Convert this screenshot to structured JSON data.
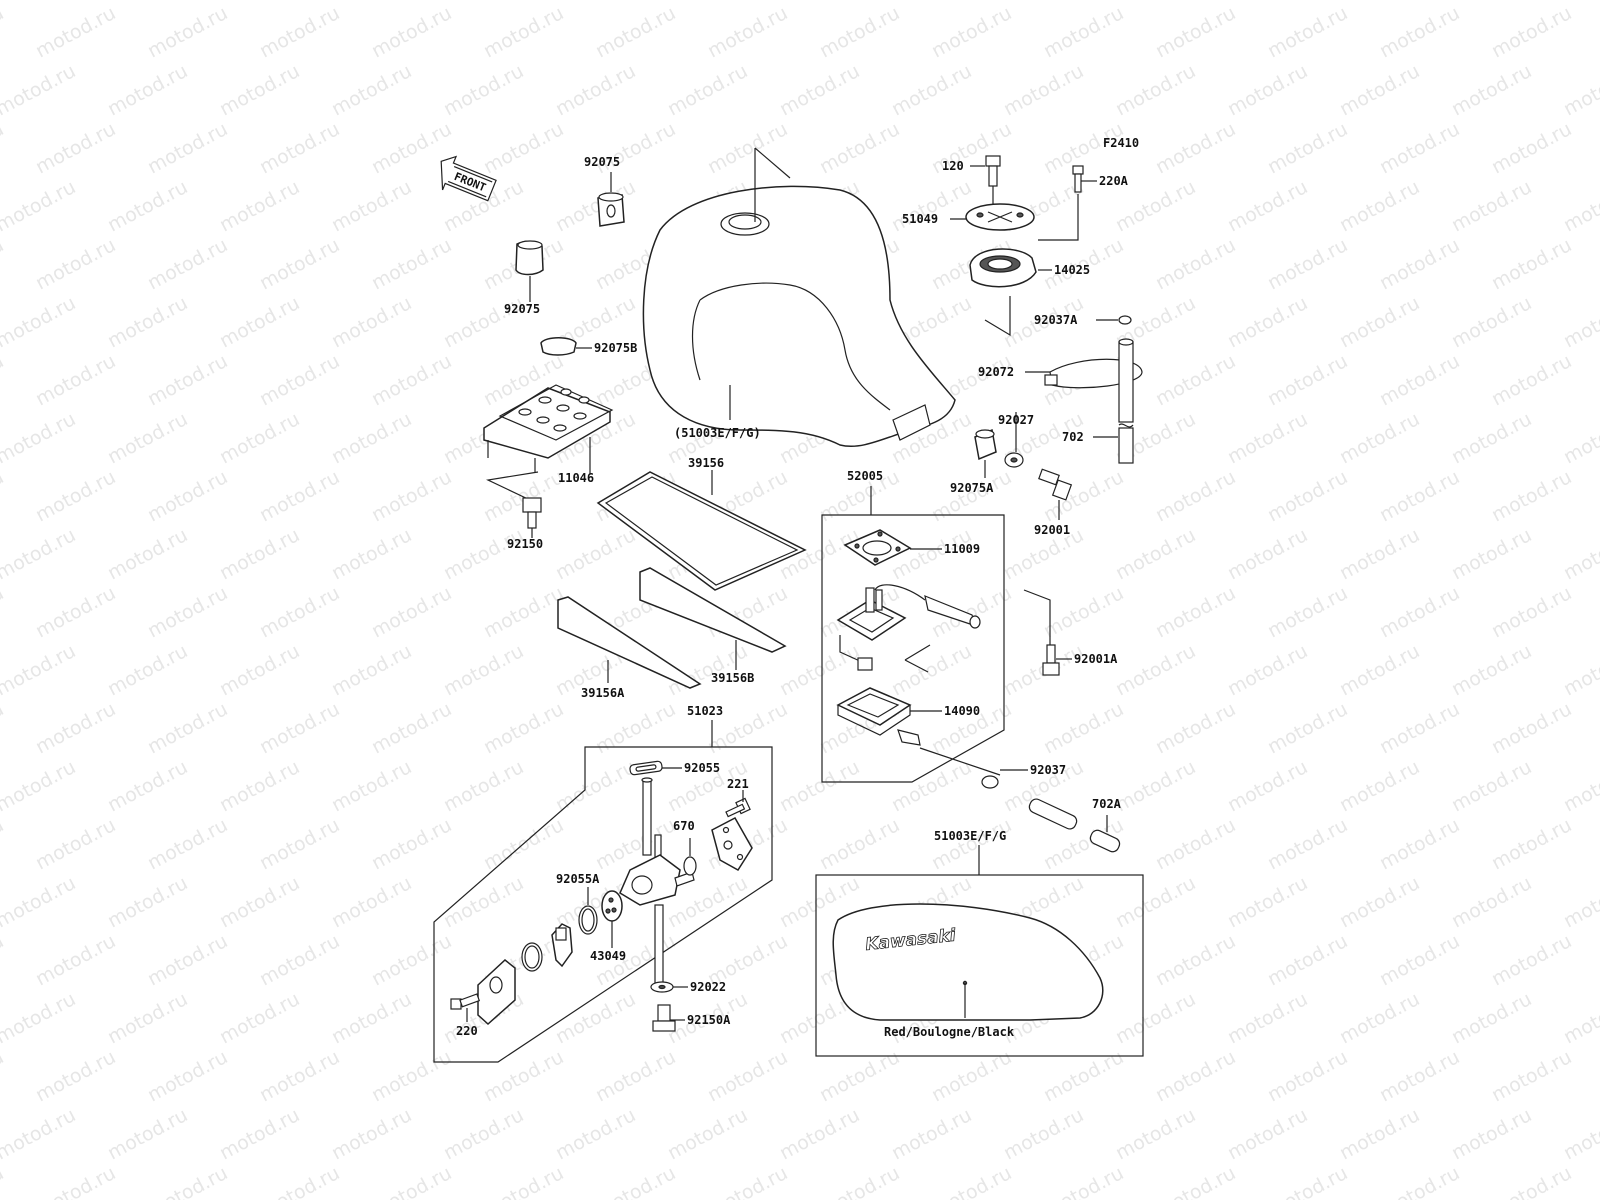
{
  "watermark": "motod.ru",
  "diagram_code": "F2410",
  "front_label": "FRONT",
  "callouts": {
    "c92075a": "92075",
    "c92075b": "92075",
    "c92075B": "92075B",
    "c11046": "11046",
    "c92150": "92150",
    "c51003paren": "(51003E/F/G)",
    "c39156": "39156",
    "c39156A": "39156A",
    "c39156B": "39156B",
    "c51023": "51023",
    "c92055": "92055",
    "c221": "221",
    "c670": "670",
    "c92055A": "92055A",
    "c43049": "43049",
    "c92022": "92022",
    "c92150A": "92150A",
    "c220": "220",
    "c120": "120",
    "c220A": "220A",
    "c51049": "51049",
    "c14025": "14025",
    "c92037A": "92037A",
    "c92072": "92072",
    "c92027": "92027",
    "c702": "702",
    "c92075A": "92075A",
    "c92001": "92001",
    "c52005": "52005",
    "c11009": "11009",
    "c92001A": "92001A",
    "c14090": "14090",
    "c92037": "92037",
    "c702A": "702A",
    "c51003EFG": "51003E/F/G"
  },
  "tank_decal": {
    "brand": "Kawasaki",
    "color_name": "Red/Boulogne/Black"
  }
}
